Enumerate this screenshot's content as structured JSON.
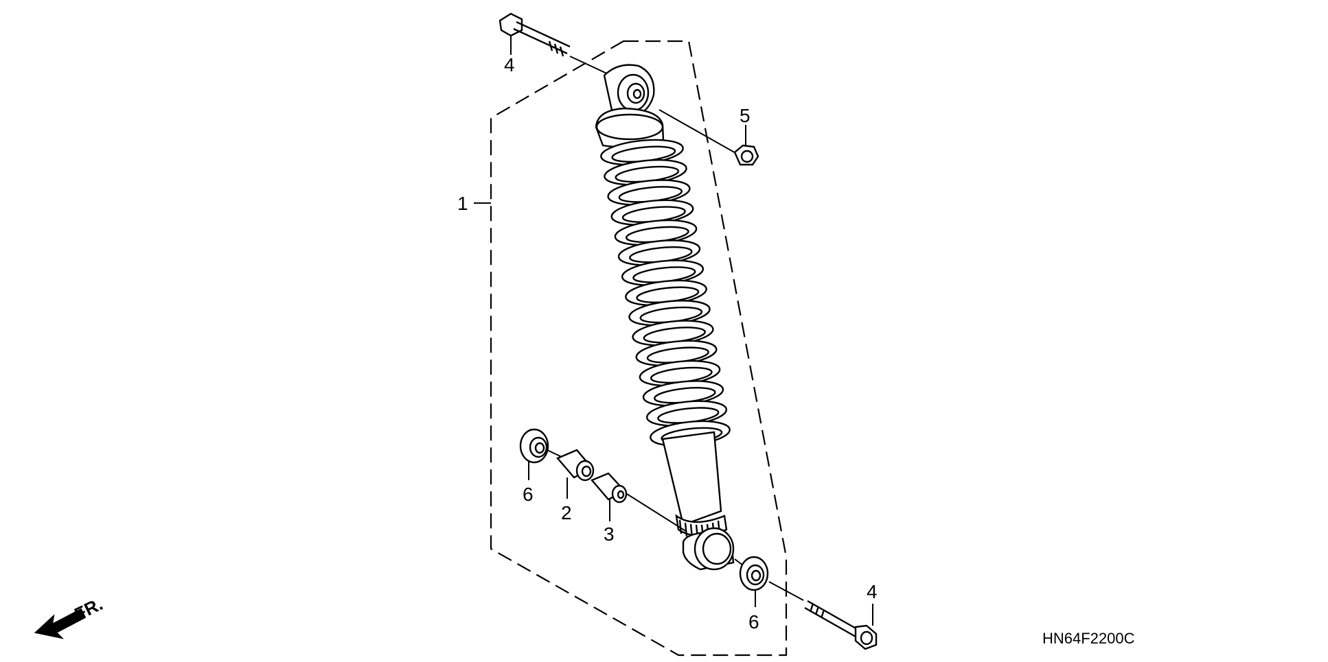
{
  "diagram": {
    "callouts": {
      "shock_assembly": "1",
      "collar_large": "2",
      "collar_small": "3",
      "bolt_upper": "4",
      "bolt_lower": "4",
      "nut": "5",
      "dust_seal_left": "6",
      "dust_seal_right": "6"
    },
    "direction_label": "FR.",
    "figure_code": "HN64F2200C"
  }
}
